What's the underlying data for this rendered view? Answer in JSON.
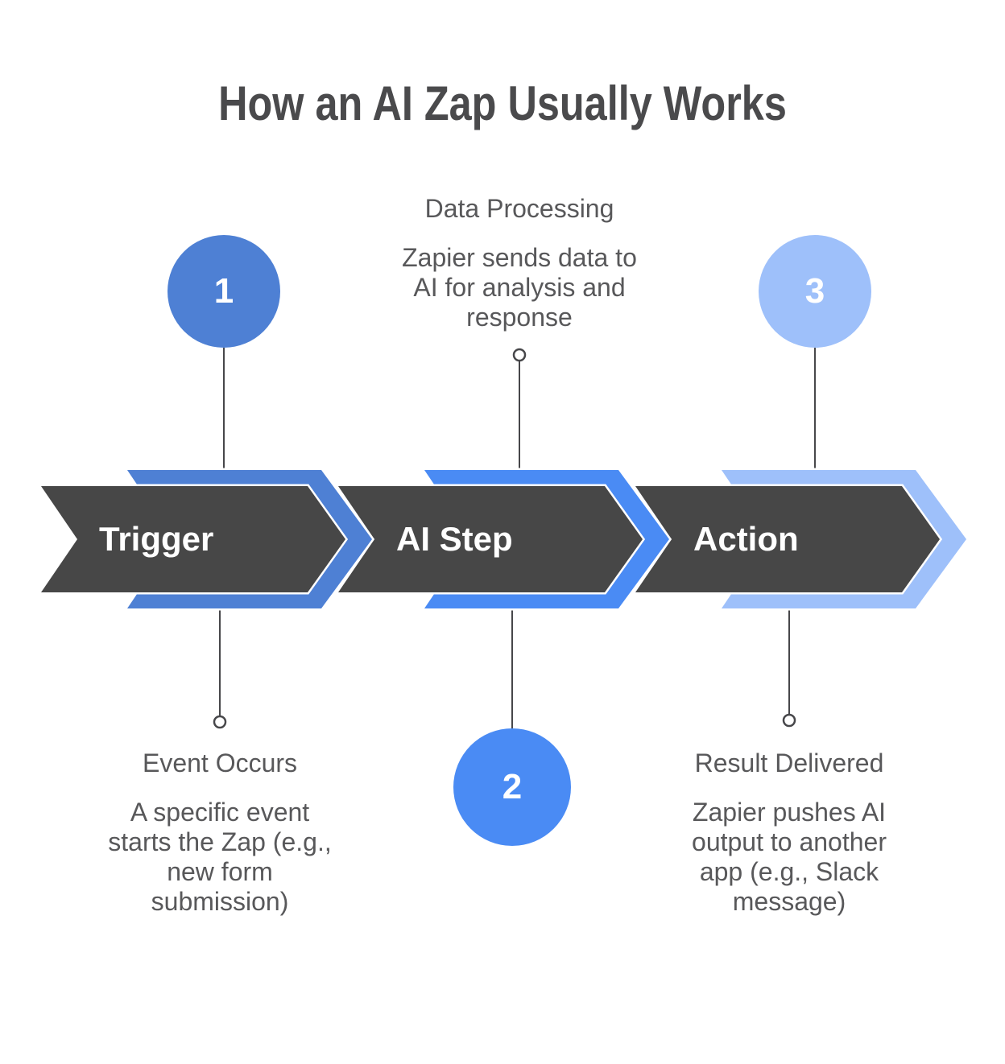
{
  "title": "How an AI Zap Usually Works",
  "steps": [
    {
      "number": "1",
      "label": "Trigger",
      "accent": "#4e80d4",
      "callout": {
        "position": "bottom",
        "title": "Event Occurs",
        "body": "A specific event\nstarts the Zap (e.g.,\nnew form\nsubmission)"
      }
    },
    {
      "number": "2",
      "label": "AI Step",
      "accent": "#4a8bf4",
      "callout": {
        "position": "top",
        "title": "Data Processing",
        "body": "Zapier sends data to\nAI for analysis and\nresponse"
      }
    },
    {
      "number": "3",
      "label": "Action",
      "accent": "#9ec0fa",
      "callout": {
        "position": "bottom",
        "title": "Result Delivered",
        "body": "Zapier pushes AI\noutput to another\napp (e.g., Slack\nmessage)"
      }
    }
  ],
  "colors": {
    "chevron_body": "#474747",
    "label_text": "#ffffff",
    "text": "#58585a",
    "title_text": "#4a4a4c",
    "connector": "#47474a",
    "background": "#ffffff"
  }
}
